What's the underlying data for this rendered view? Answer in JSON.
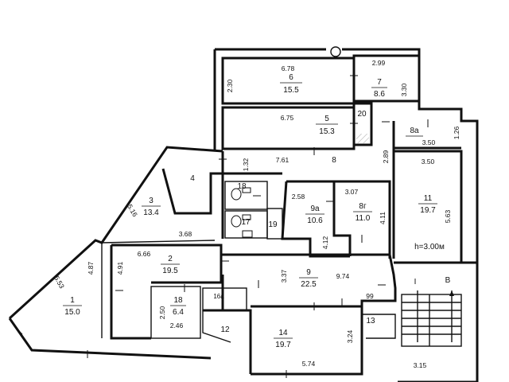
{
  "height_note": "h=3.00м",
  "stair_marks": {
    "section": "I",
    "letter": "В"
  },
  "rooms": [
    {
      "id": "6",
      "name": "6",
      "area": "15.5"
    },
    {
      "id": "7",
      "name": "7",
      "area": "8.6"
    },
    {
      "id": "5",
      "name": "5",
      "area": "15.3"
    },
    {
      "id": "20",
      "name": "20",
      "area": ""
    },
    {
      "id": "8a",
      "name": "8а",
      "area": ""
    },
    {
      "id": "8",
      "name": "8",
      "area": ""
    },
    {
      "id": "4",
      "name": "4",
      "area": ""
    },
    {
      "id": "3",
      "name": "3",
      "area": "13.4"
    },
    {
      "id": "18a",
      "name": "18",
      "area": ""
    },
    {
      "id": "17",
      "name": "17",
      "area": ""
    },
    {
      "id": "19",
      "name": "19",
      "area": ""
    },
    {
      "id": "9a",
      "name": "9а",
      "area": "10.6"
    },
    {
      "id": "8g",
      "name": "8г",
      "area": "11.0"
    },
    {
      "id": "11",
      "name": "11",
      "area": "19.7"
    },
    {
      "id": "2",
      "name": "2",
      "area": "19.5"
    },
    {
      "id": "1",
      "name": "1",
      "area": "15.0"
    },
    {
      "id": "9",
      "name": "9",
      "area": "22.5"
    },
    {
      "id": "18b",
      "name": "18",
      "area": "6.4"
    },
    {
      "id": "16a",
      "name": "16а",
      "area": ""
    },
    {
      "id": "12",
      "name": "12",
      "area": ""
    },
    {
      "id": "14",
      "name": "14",
      "area": "19.7"
    },
    {
      "id": "13",
      "name": "13",
      "area": ""
    }
  ],
  "dimensions": [
    "6.78",
    "2.30",
    "2.99",
    "3.30",
    "6.75",
    "1.26",
    "3.50",
    "2.89",
    "7.61",
    "1.32",
    "3.50",
    "5.16",
    "2.58",
    "3.07",
    "5.63",
    "4.11",
    "4.12",
    "3.68",
    "6.66",
    "4.87",
    "4.91",
    "5.53",
    "3.37",
    "9.74",
    "2.50",
    "2.46",
    "99",
    "3.24",
    "5.74",
    "3.15"
  ]
}
